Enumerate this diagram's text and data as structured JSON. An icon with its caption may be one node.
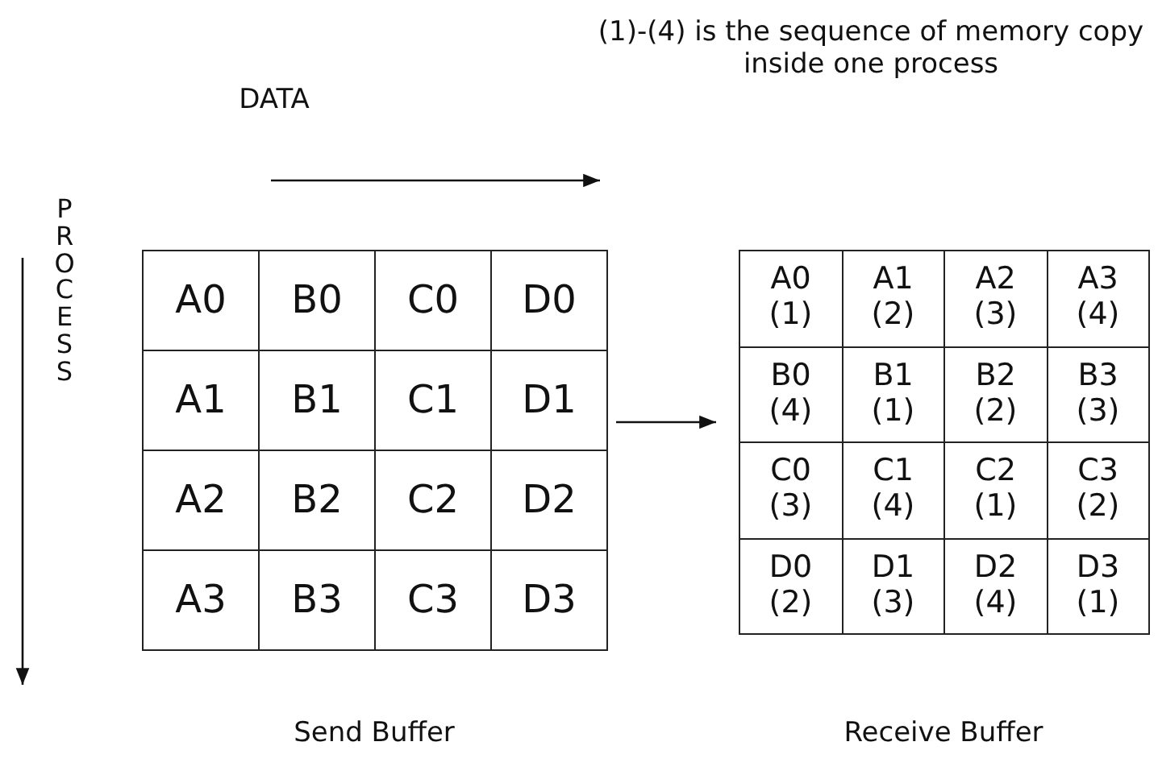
{
  "diagram": {
    "nodes": [
      {
        "text": [
          "Send Buffer"
        ]
      },
      {
        "text": [
          "A0"
        ],
        "in": 0
      },
      {
        "text": [
          "B0"
        ],
        "in": 0
      },
      {
        "text": [
          "C0"
        ],
        "in": 0
      },
      {
        "text": [
          "D0"
        ],
        "in": 0
      },
      {
        "text": [
          "A1"
        ],
        "in": 0
      },
      {
        "text": [
          "B1"
        ],
        "in": 0
      },
      {
        "text": [
          "C1"
        ],
        "in": 0
      },
      {
        "text": [
          "D1"
        ],
        "in": 0
      },
      {
        "text": [
          "A2"
        ],
        "in": 0
      },
      {
        "text": [
          "B2"
        ],
        "in": 0
      },
      {
        "text": [
          "C2"
        ],
        "in": 0
      },
      {
        "text": [
          "D2"
        ],
        "in": 0
      },
      {
        "text": [
          "A3"
        ],
        "in": 0
      },
      {
        "text": [
          "B3"
        ],
        "in": 0
      },
      {
        "text": [
          "C3"
        ],
        "in": 0
      },
      {
        "text": [
          "D3"
        ],
        "in": 0
      },
      {
        "text": [
          "Receive Buffer"
        ]
      },
      {
        "text": [
          "A0",
          "(1)"
        ],
        "in": 17
      },
      {
        "text": [
          "A1",
          "(2)"
        ],
        "in": 17
      },
      {
        "text": [
          "A2",
          "(3)"
        ],
        "in": 17
      },
      {
        "text": [
          "A3",
          "(4)"
        ],
        "in": 17
      },
      {
        "text": [
          "B0",
          "(4)"
        ],
        "in": 17
      },
      {
        "text": [
          "B1",
          "(1)"
        ],
        "in": 17
      },
      {
        "text": [
          "B2",
          "(2)"
        ],
        "in": 17
      },
      {
        "text": [
          "B3",
          "(3)"
        ],
        "in": 17
      },
      {
        "text": [
          "C0",
          "(3)"
        ],
        "in": 17
      },
      {
        "text": [
          "C1",
          "(4)"
        ],
        "in": 17
      },
      {
        "text": [
          "C2",
          "(1)"
        ],
        "in": 17
      },
      {
        "text": [
          "C3",
          "(2)"
        ],
        "in": 17
      },
      {
        "text": [
          "D0",
          "(2)"
        ],
        "in": 17
      },
      {
        "text": [
          "D1",
          "(3)"
        ],
        "in": 17
      },
      {
        "text": [
          "D2",
          "(4)"
        ],
        "in": 17
      },
      {
        "text": [
          "D3",
          "(1)"
        ],
        "in": 17
      }
    ],
    "edges": [
      {
        "from": 0,
        "to": 17,
        "arrow": "to"
      }
    ],
    "labels": [
      "(1)-(4) is the sequence of memory copy inside one process",
      "DATA",
      "PROCESS"
    ]
  }
}
